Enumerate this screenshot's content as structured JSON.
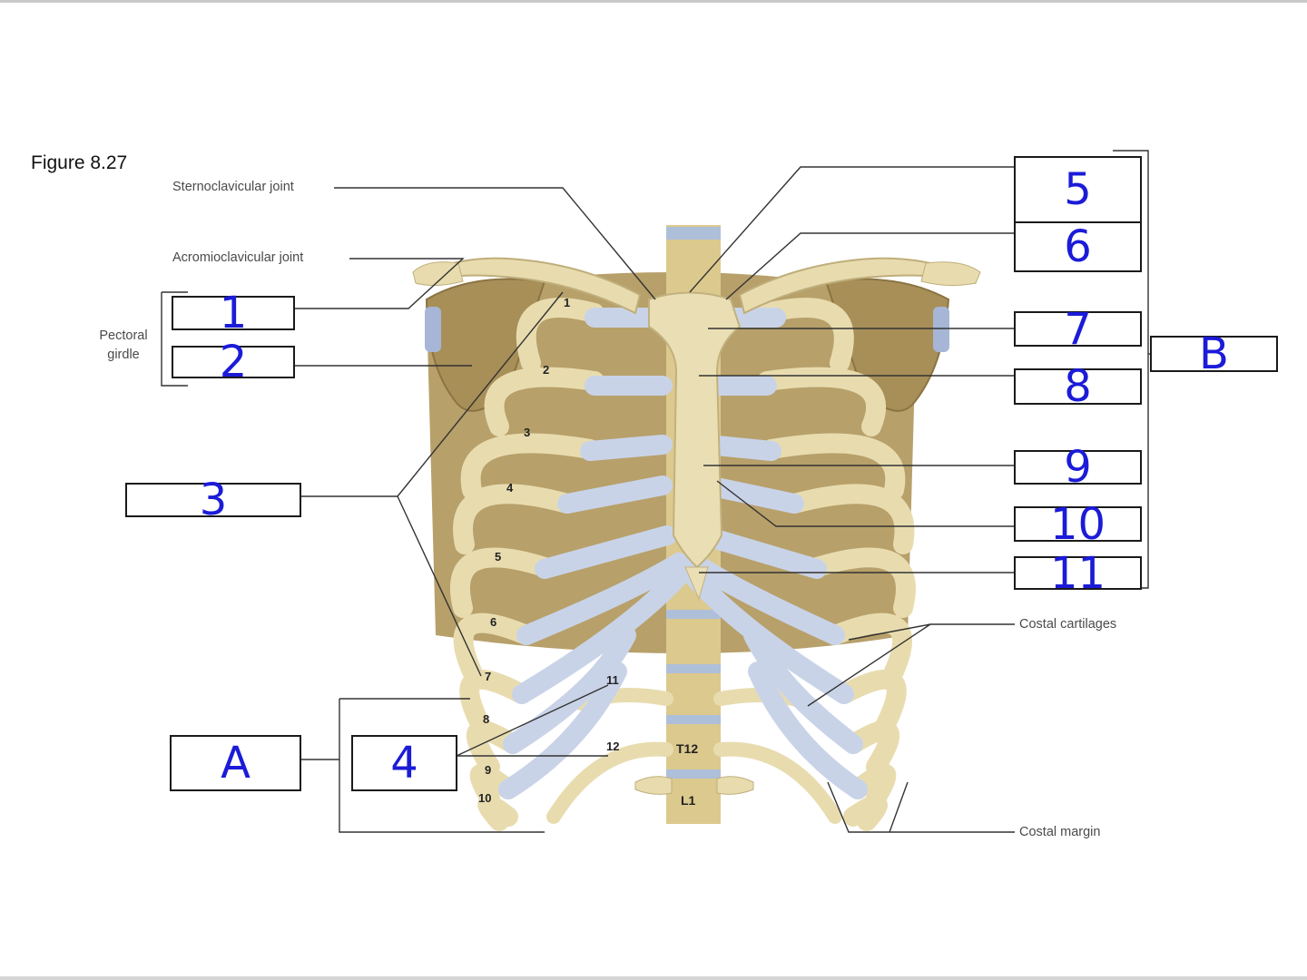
{
  "figure_title": "Figure 8.27",
  "labels": {
    "sternoclavicular": "Sternoclavicular joint",
    "acromioclavicular": "Acromioclavicular joint",
    "pectoral_line1": "Pectoral",
    "pectoral_line2": "girdle",
    "costal_cartilages": "Costal cartilages",
    "costal_margin": "Costal margin"
  },
  "rib_numbers": [
    "1",
    "2",
    "3",
    "4",
    "5",
    "6",
    "7",
    "8",
    "9",
    "10",
    "11",
    "12"
  ],
  "vertebra_labels": [
    "T12",
    "L1"
  ],
  "answer_boxes": {
    "b1": "1",
    "b2": "2",
    "b3": "3",
    "b4": "4",
    "bA": "A",
    "b5": "5",
    "b6": "6",
    "b7": "7",
    "b8": "8",
    "b9": "9",
    "b10": "10",
    "b11": "11",
    "bB": "B"
  },
  "colors": {
    "bone": "#e8dcaf",
    "bone_shadow": "#bfae7a",
    "cartilage": "#c9d3e8",
    "interior": "#b39a62",
    "handwriting": "#1b1bd8"
  }
}
